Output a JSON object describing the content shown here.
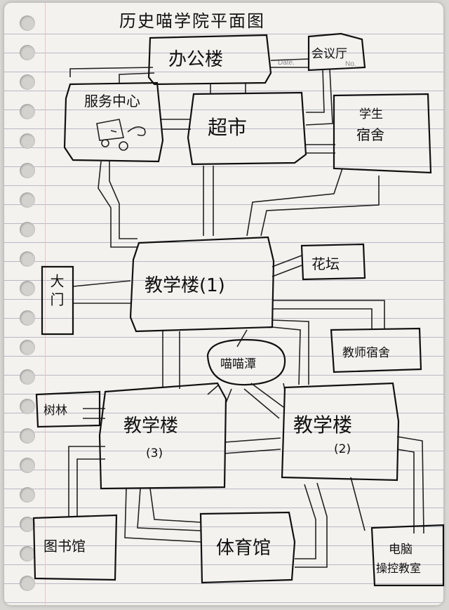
{
  "title": "历史喵学院平面图",
  "stamps": {
    "date": "Date.",
    "no": "No."
  },
  "buildings": {
    "office": "办公楼",
    "meeting_hall": "会议厅",
    "service_center": "服务中心",
    "supermarket": "超市",
    "student_dorm_line1": "学生",
    "student_dorm_line2": "宿舍",
    "flower_bed": "花坛",
    "main_gate": "大门",
    "teaching_building_1": "教学楼(1)",
    "teacher_dorm": "教师宿舍",
    "meow_pond": "喵喵潭",
    "woods": "树林",
    "teaching_building_3_name": "教学楼",
    "teaching_building_3_num": "(3)",
    "teaching_building_2_name": "教学楼",
    "teaching_building_2_num": "(2)",
    "library": "图书馆",
    "gym": "体育馆",
    "computer_lab_line1": "电脑",
    "computer_lab_line2": "操控教室"
  }
}
